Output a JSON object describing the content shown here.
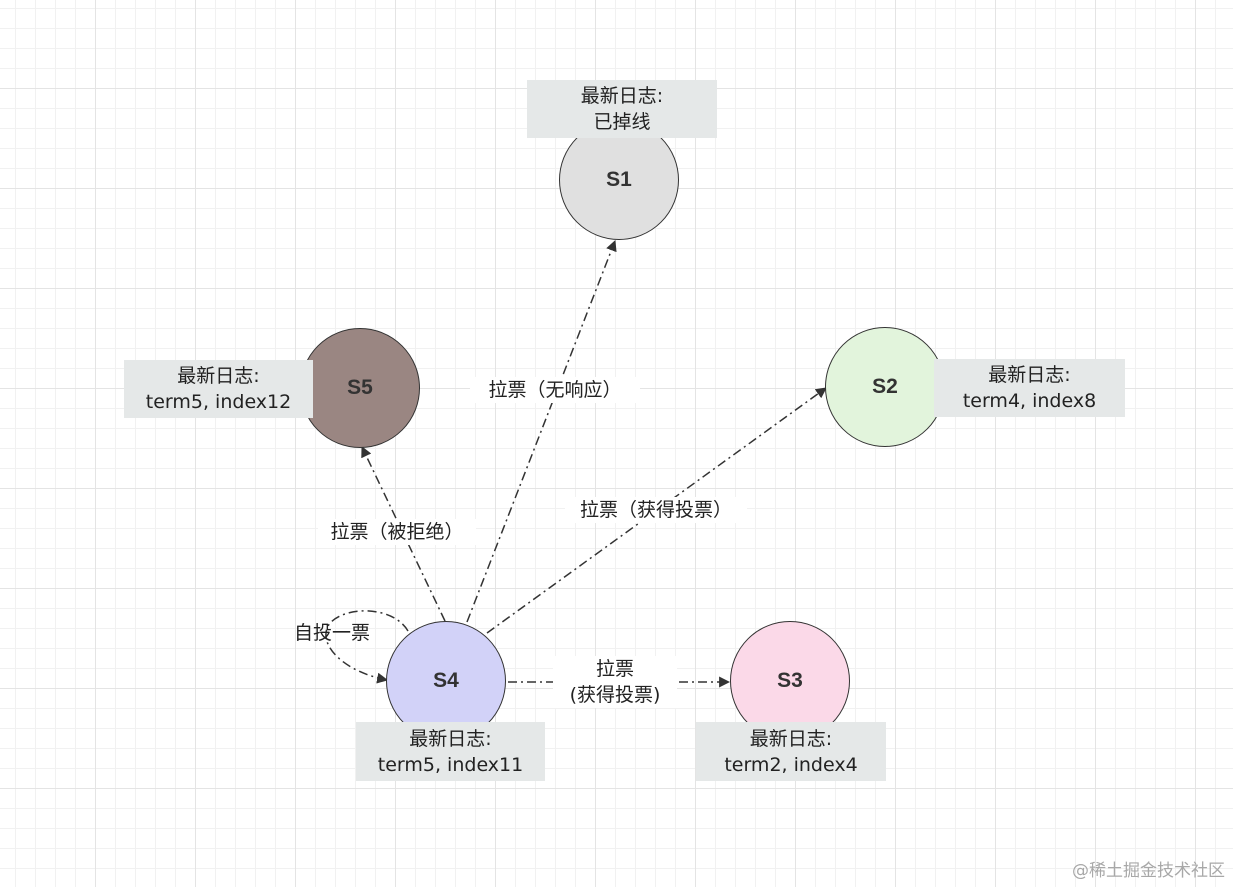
{
  "nodes": [
    {
      "id": "S1",
      "label": "S1",
      "color": "#e0e0e0"
    },
    {
      "id": "S2",
      "label": "S2",
      "color": "#e2f4dc"
    },
    {
      "id": "S3",
      "label": "S3",
      "color": "#fbd9e8"
    },
    {
      "id": "S4",
      "label": "S4",
      "color": "#d2d2f8"
    },
    {
      "id": "S5",
      "label": "S5",
      "color": "#9a8682"
    }
  ],
  "logs": {
    "s1": {
      "line1": "最新日志:",
      "line2": "已掉线"
    },
    "s2": {
      "line1": "最新日志:",
      "line2": "term4, index8"
    },
    "s3": {
      "line1": "最新日志:",
      "line2": "term2, index4"
    },
    "s4": {
      "line1": "最新日志:",
      "line2": "term5, index11"
    },
    "s5": {
      "line1": "最新日志:",
      "line2": "term5, index12"
    }
  },
  "edges": [
    {
      "from": "S4",
      "to": "S1",
      "label": "拉票（无响应）"
    },
    {
      "from": "S4",
      "to": "S2",
      "label": "拉票（获得投票）"
    },
    {
      "from": "S4",
      "to": "S3",
      "label_line1": "拉票",
      "label_line2": "(获得投票)"
    },
    {
      "from": "S4",
      "to": "S5",
      "label": "拉票（被拒绝）"
    },
    {
      "from": "S4",
      "to": "S4",
      "label": "自投一票"
    }
  ],
  "watermark": "@稀土掘金技术社区"
}
